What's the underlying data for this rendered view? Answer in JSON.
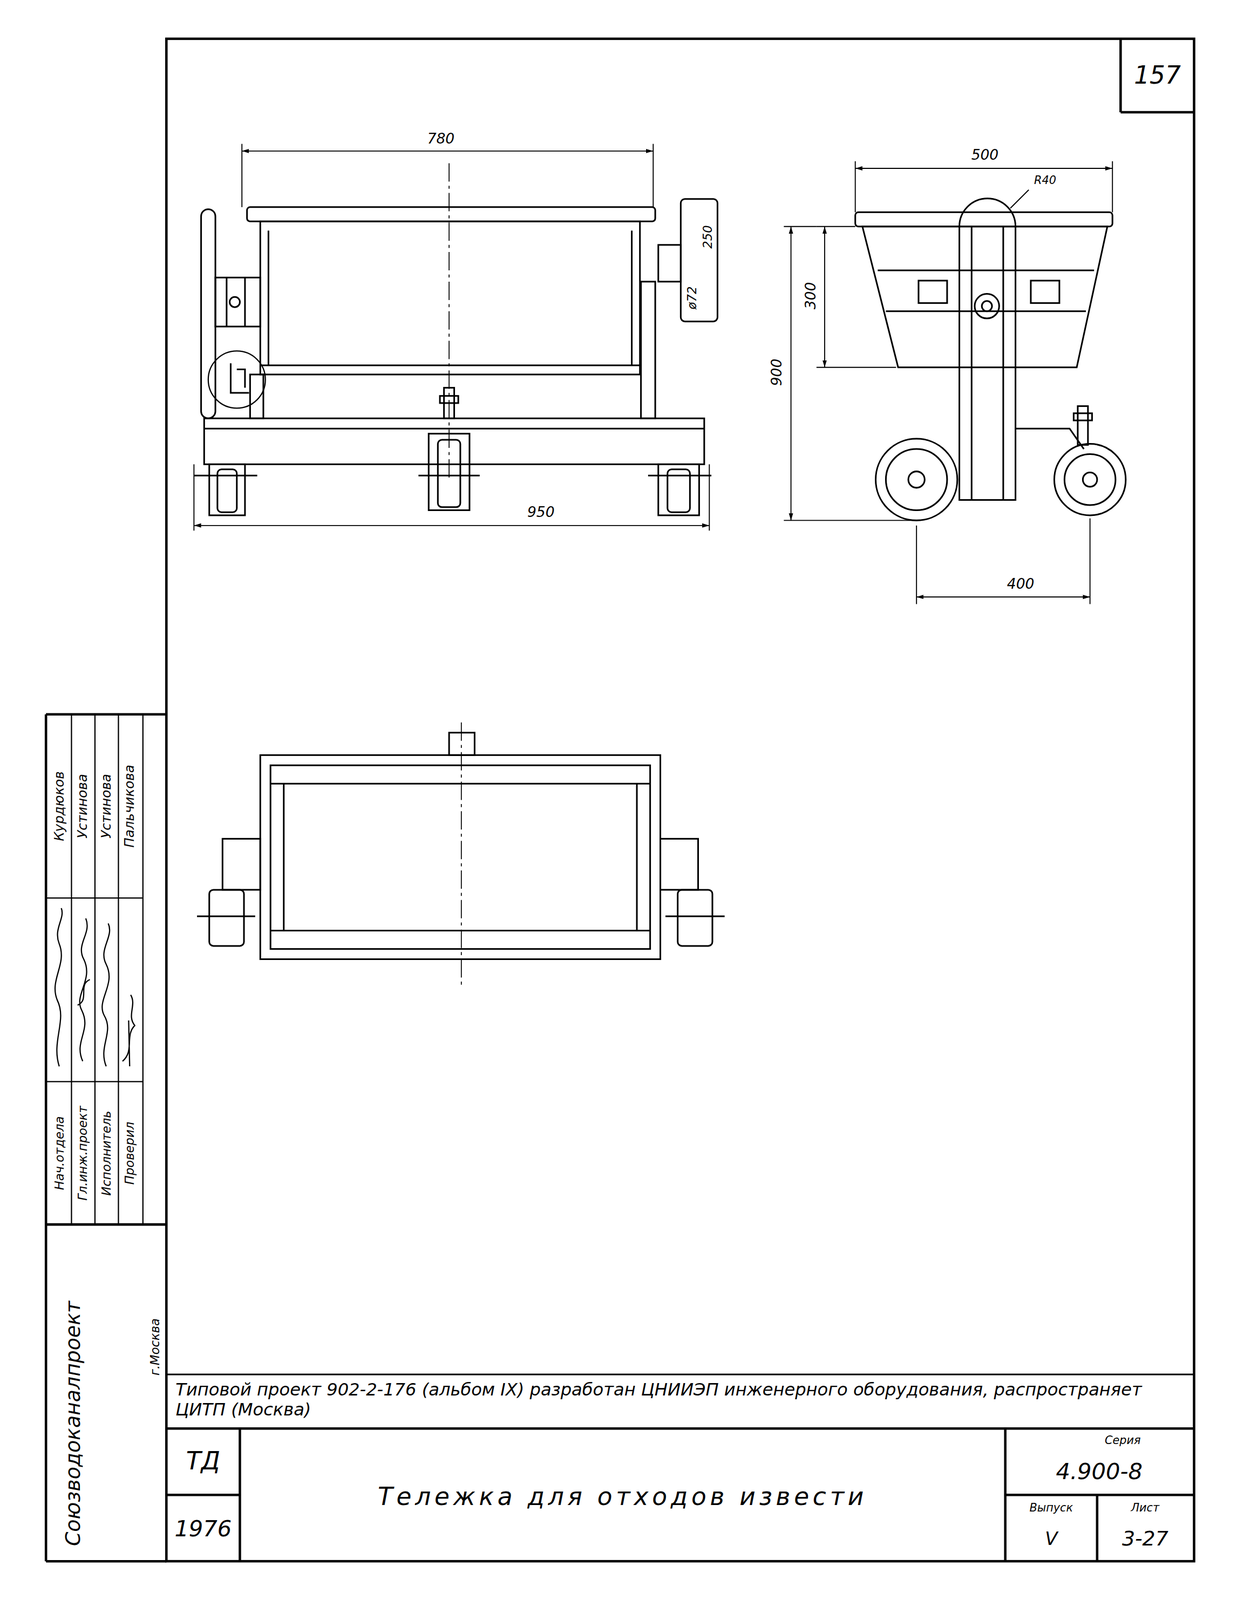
{
  "diagram": {
    "title": "Тележка для отходов извести",
    "labels": [
      "157",
      "780",
      "250",
      "ø72",
      "950",
      "500",
      "R40",
      "300",
      "900",
      "400",
      "Курдюков",
      "Устинова",
      "Устинова",
      "Пальчикова",
      "Нач.отдела",
      "Гл.инж.проект",
      "Исполнитель",
      "Проверил",
      "Союзводоканалпроект",
      "г.Москва",
      "Типовой проект 902-2-176 (альбом IX) разработан ЦНИИЭП инженерного оборудования, распространяет ЦИТП (Москва)",
      "ТД",
      "1976",
      "Серия",
      "4.900-8",
      "Выпуск",
      "V",
      "Лист",
      "3-27"
    ]
  }
}
